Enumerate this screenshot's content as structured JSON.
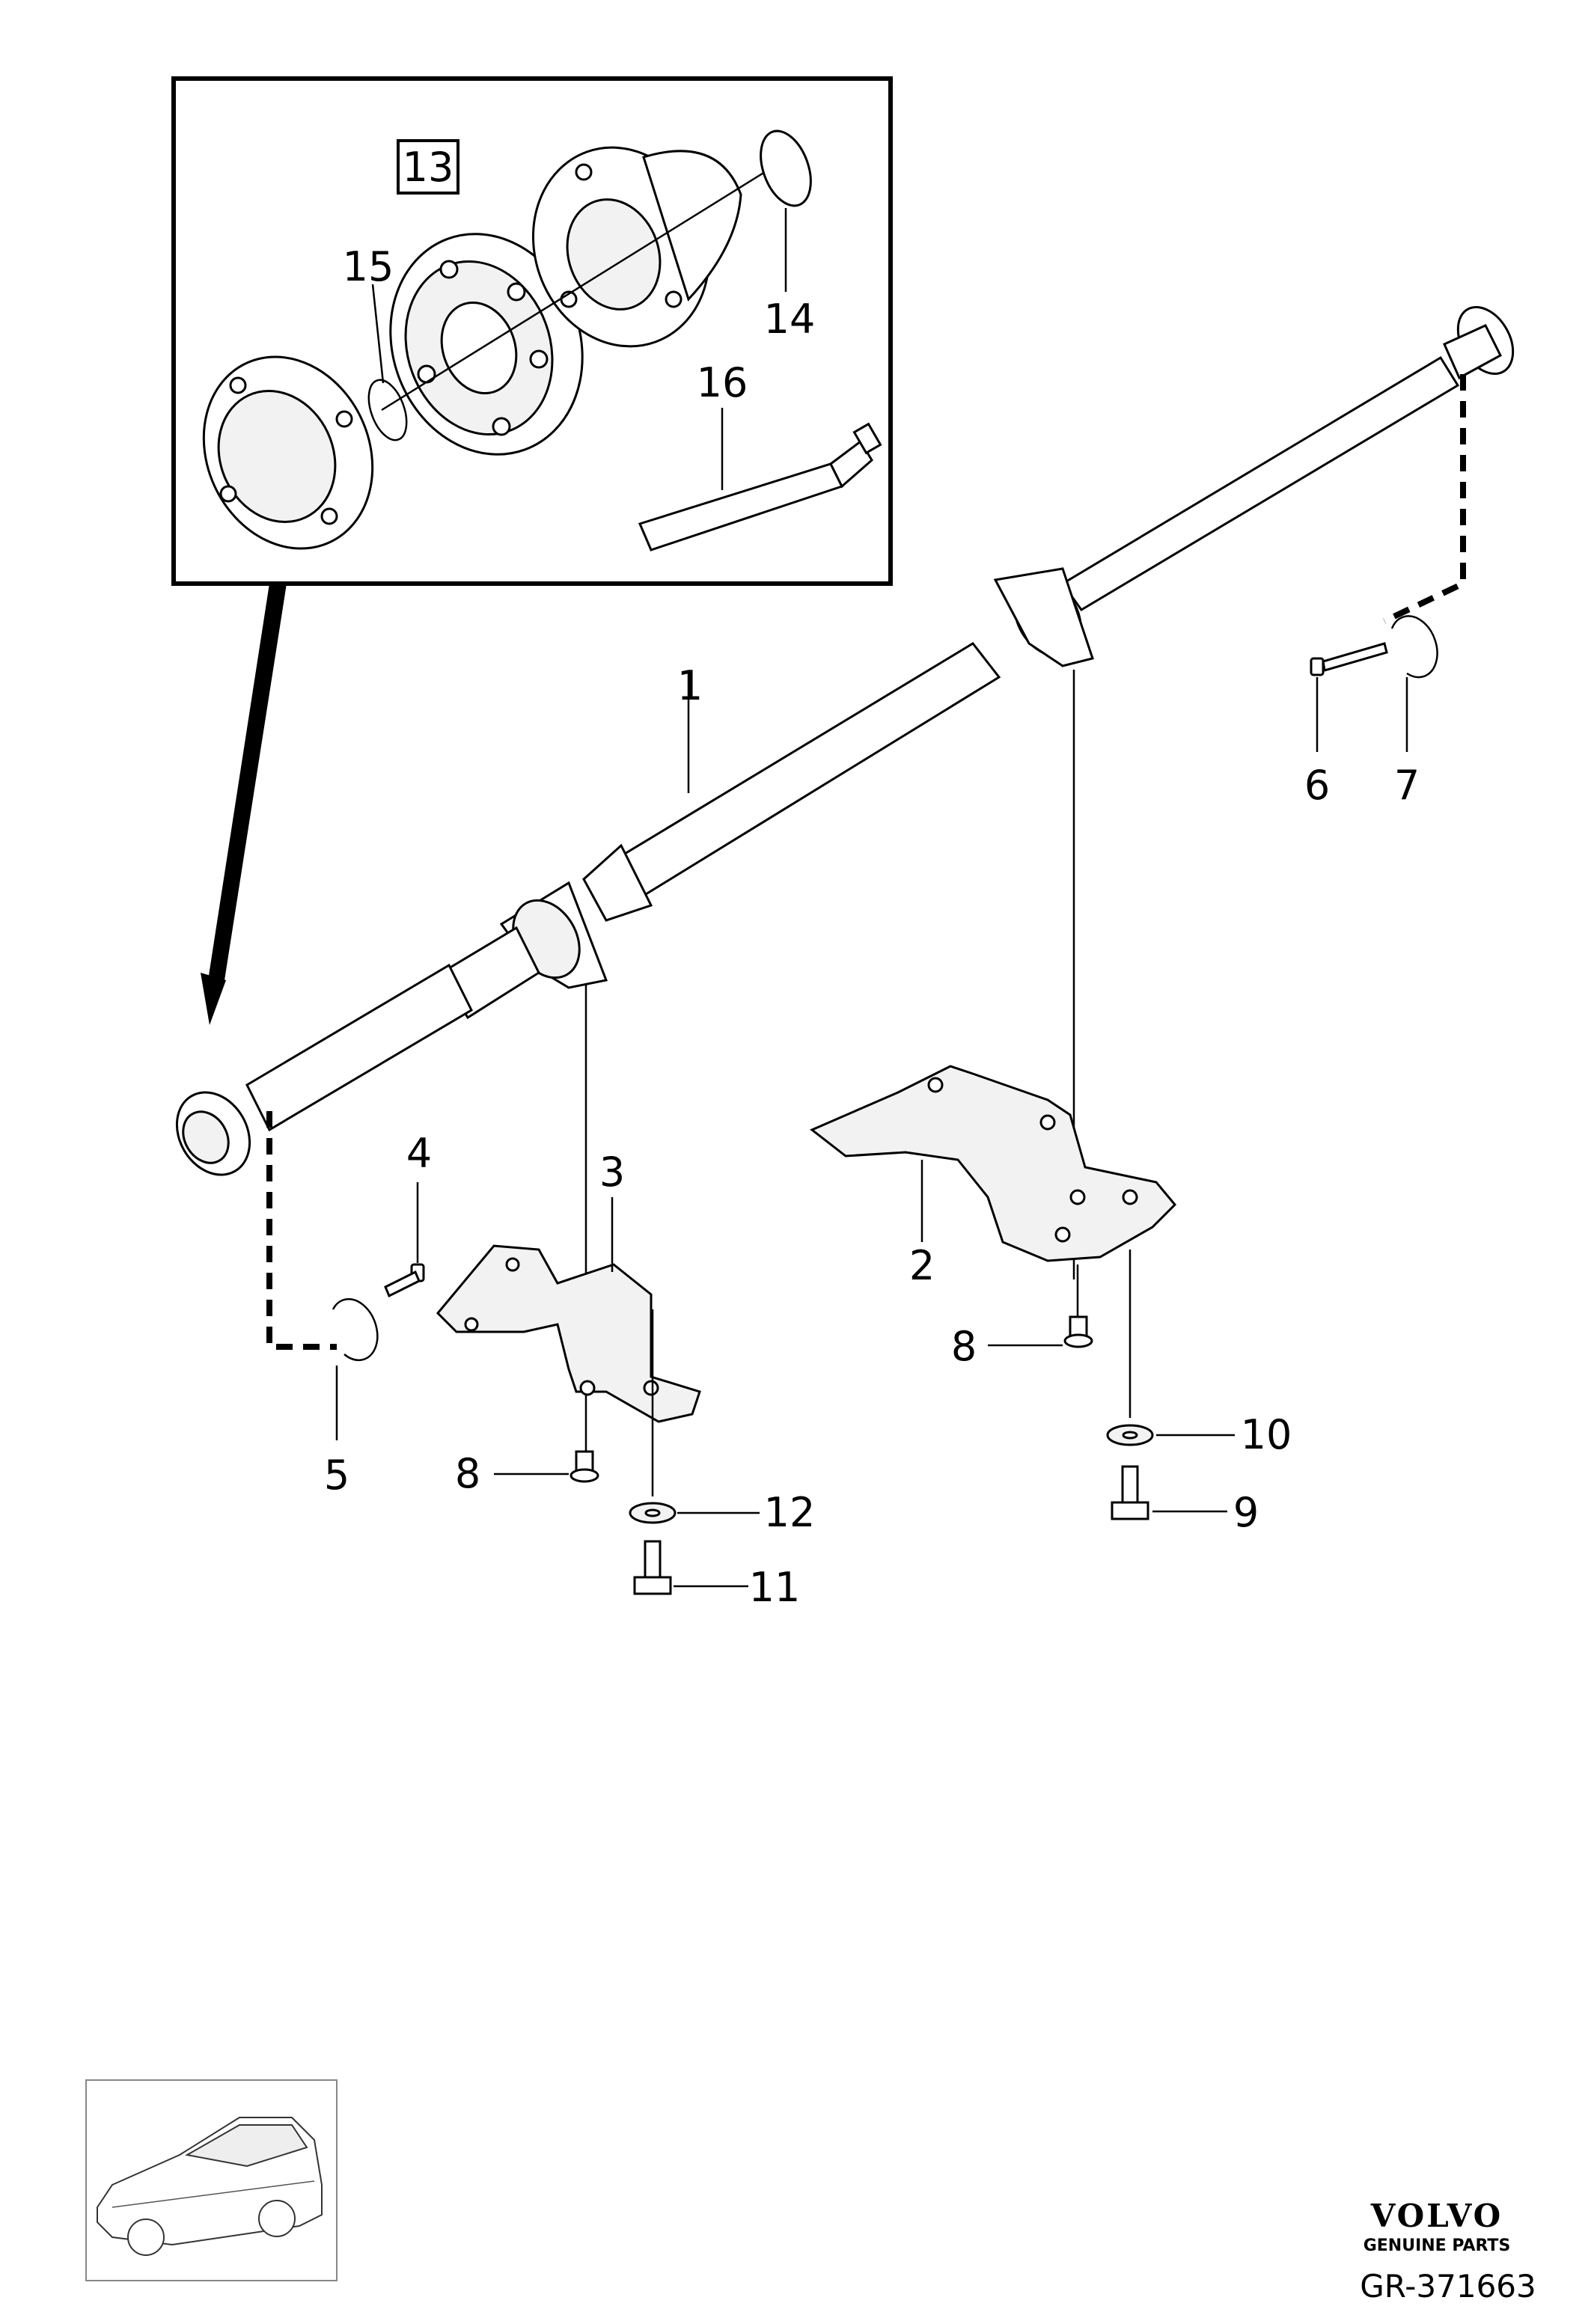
{
  "callouts": {
    "c1": "1",
    "c2": "2",
    "c3": "3",
    "c4": "4",
    "c5": "5",
    "c6": "6",
    "c7": "7",
    "c8a": "8",
    "c8b": "8",
    "c9": "9",
    "c10": "10",
    "c11": "11",
    "c12": "12",
    "c13": "13",
    "c14": "14",
    "c15": "15",
    "c16": "16"
  },
  "brand": {
    "name": "VOLVO",
    "tagline": "GENUINE PARTS"
  },
  "diagram_code": "GR-371663"
}
